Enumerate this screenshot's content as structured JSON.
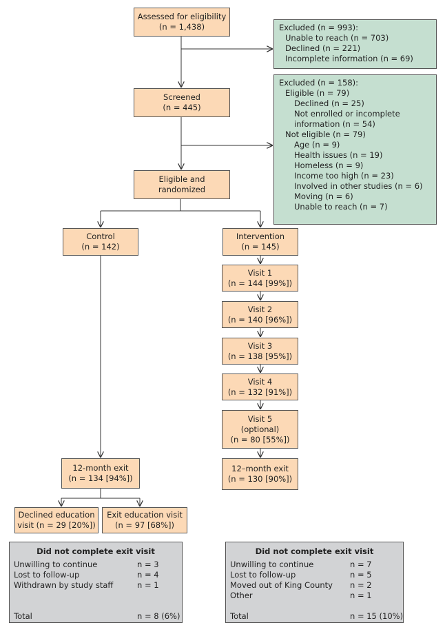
{
  "top": {
    "assessed": [
      "Assessed for eligibility",
      "(n = 1,438)"
    ],
    "screened": [
      "Screened",
      "(n = 445)"
    ],
    "randomized": [
      "Eligible and",
      "randomized"
    ]
  },
  "excluded_1": {
    "title": "Excluded (n = 993):",
    "items": [
      "Unable to reach (n = 703)",
      "Declined (n = 221)",
      "Incomplete information (n = 69)"
    ]
  },
  "excluded_2": {
    "title": "Excluded (n = 158):",
    "eligible": "Eligible (n = 79)",
    "eligible_items": [
      "Declined (n = 25)",
      "Not enrolled or incomplete",
      "information (n = 54)"
    ],
    "not_eligible": "Not eligible (n = 79)",
    "not_eligible_items": [
      "Age (n = 9)",
      "Health issues (n = 19)",
      "Homeless (n = 9)",
      "Income too high (n = 23)",
      "Involved in other studies (n = 6)",
      "Moving (n = 6)",
      "Unable to reach (n = 7)"
    ]
  },
  "control": {
    "box": [
      "Control",
      "(n = 142)"
    ],
    "exit": [
      "12-month exit",
      "(n = 134 [94%])"
    ],
    "declined_edu": [
      "Declined education",
      "visit (n = 29 [20%])"
    ],
    "exit_edu": [
      "Exit education visit",
      "(n = 97 [68%])"
    ],
    "incomplete": {
      "title": "Did not complete exit visit",
      "rows": [
        {
          "label": "Unwilling to continue",
          "value": "n = 3"
        },
        {
          "label": "Lost to follow-up",
          "value": "n = 4"
        },
        {
          "label": "Withdrawn by study staff",
          "value": "n = 1"
        }
      ],
      "total_label": "Total",
      "total_value": "n = 8 (6%)"
    }
  },
  "intervention": {
    "box": [
      "Intervention",
      "(n = 145)"
    ],
    "visits": [
      [
        "Visit 1",
        "(n = 144 [99%])"
      ],
      [
        "Visit 2",
        "(n = 140 [96%])"
      ],
      [
        "Visit 3",
        "(n = 138 [95%])"
      ],
      [
        "Visit 4",
        "(n = 132 [91%])"
      ],
      [
        "Visit 5",
        "(optional)",
        "(n = 80 [55%])"
      ]
    ],
    "exit": [
      "12–month exit",
      "(n = 130 [90%])"
    ],
    "incomplete": {
      "title": "Did not complete exit visit",
      "rows": [
        {
          "label": "Unwilling to continue",
          "value": "n = 7"
        },
        {
          "label": "Lost to follow-up",
          "value": "n = 5"
        },
        {
          "label": "Moved out of King County",
          "value": "n = 2"
        },
        {
          "label": "Other",
          "value": "n = 1"
        }
      ],
      "total_label": "Total",
      "total_value": "n = 15 (10%)"
    }
  },
  "colors": {
    "stage_fill": "#fcd9b6",
    "excluded_fill": "#c5dfd0",
    "summary_fill": "#d2d3d5",
    "line": "#333333"
  }
}
